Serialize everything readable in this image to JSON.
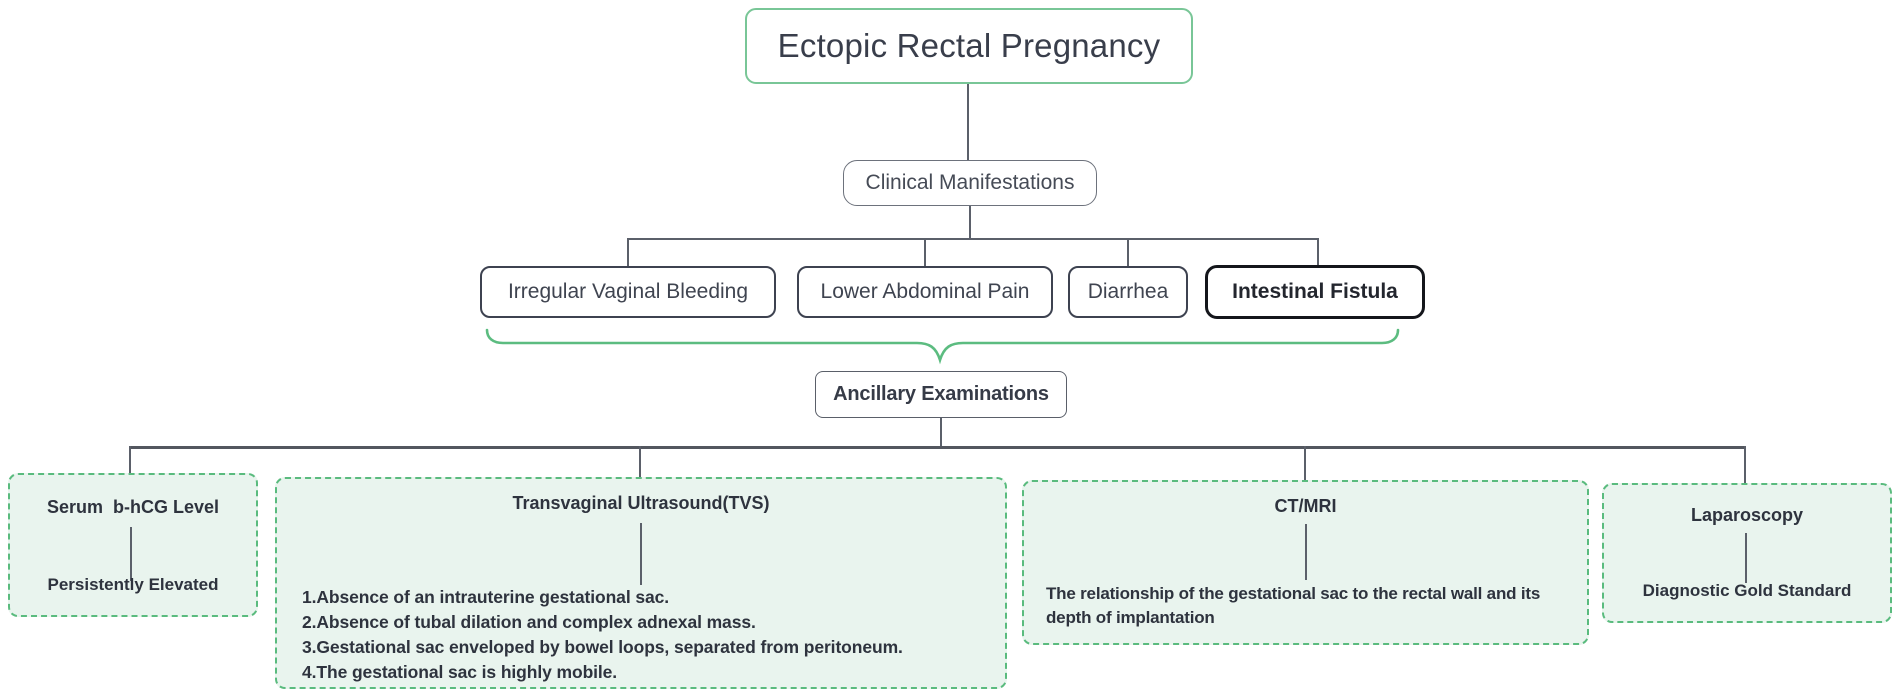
{
  "diagram_title": "Ectopic Rectal Pregnancy",
  "clinical": {
    "label": "Clinical Manifestations",
    "symptoms": [
      {
        "label": "Irregular Vaginal Bleeding",
        "emphasis": false
      },
      {
        "label": "Lower Abdominal Pain",
        "emphasis": false
      },
      {
        "label": "Diarrhea",
        "emphasis": false
      },
      {
        "label": "Intestinal Fistula",
        "emphasis": true
      }
    ]
  },
  "ancillary": {
    "label": "Ancillary Examinations",
    "exams": [
      {
        "name": "Serum  b-hCG Level",
        "detail": "Persistently Elevated"
      },
      {
        "name": "Transvaginal Ultrasound(TVS)",
        "items": [
          "1.Absence of an intrauterine gestational sac.",
          "2.Absence of tubal dilation and complex adnexal mass.",
          "3.Gestational sac enveloped by bowel loops, separated from peritoneum.",
          "4.The gestational sac is highly mobile."
        ]
      },
      {
        "name": "CT/MRI",
        "detail": "The relationship of the gestational sac to the rectal wall and its depth of implantation"
      },
      {
        "name": "Laparoscopy",
        "detail": "Diagnostic Gold Standard"
      }
    ]
  },
  "colors": {
    "accent_green": "#5abb7e",
    "light_green_fill": "#e9f4ee",
    "title_border_green": "#79c697",
    "dark_ink": "#3a3f4c",
    "emphasis_border": "#14161b",
    "line_gray": "#5b606a"
  }
}
